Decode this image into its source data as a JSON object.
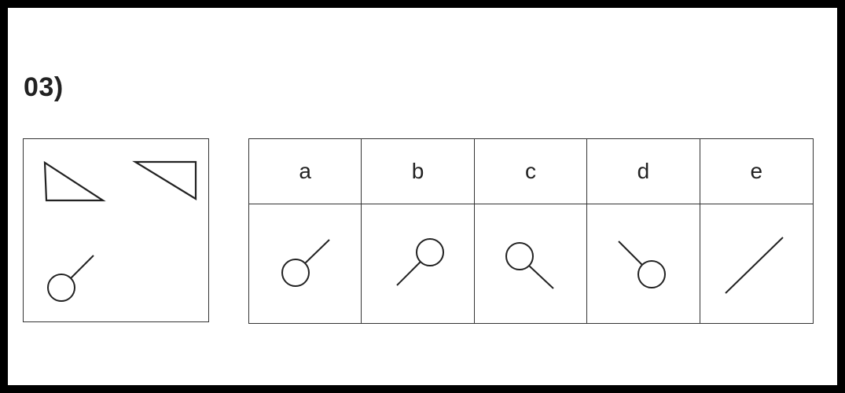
{
  "question": {
    "number": "03)"
  },
  "options": [
    {
      "label": "a",
      "figure": "circle-with-line-up-right"
    },
    {
      "label": "b",
      "figure": "circle-with-line-down-left"
    },
    {
      "label": "c",
      "figure": "circle-with-line-down-right"
    },
    {
      "label": "d",
      "figure": "circle-with-line-up-left"
    },
    {
      "label": "e",
      "figure": "diagonal-line"
    }
  ]
}
